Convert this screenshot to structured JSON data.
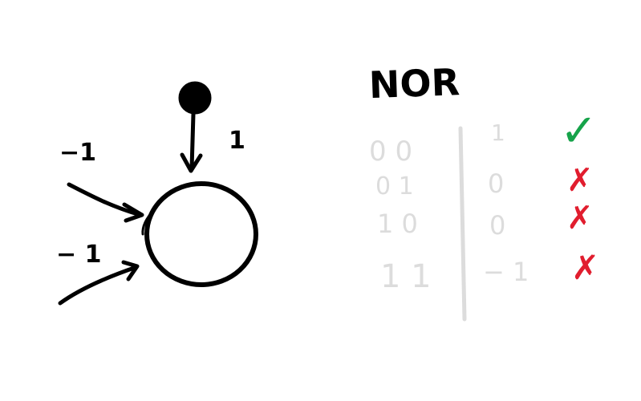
{
  "neuron": {
    "bias_weight": "1",
    "input1_weight": "−1",
    "input2_weight": "− 1"
  },
  "table": {
    "title": "NOR",
    "rows": [
      {
        "inputs": "0 0",
        "output": "1",
        "mark": "✓",
        "mark_color": "#16a34a"
      },
      {
        "inputs": "0 1",
        "output": "0",
        "mark": "✗",
        "mark_color": "#e11d2e"
      },
      {
        "inputs": "1 0",
        "output": "0",
        "mark": "✗",
        "mark_color": "#e11d2e"
      },
      {
        "inputs": "1 1",
        "output": "− 1",
        "mark": "✗",
        "mark_color": "#e11d2e"
      }
    ]
  },
  "colors": {
    "ink": "#000000",
    "faded": "#dcdcdc",
    "check": "#16a34a",
    "cross": "#e11d2e"
  }
}
